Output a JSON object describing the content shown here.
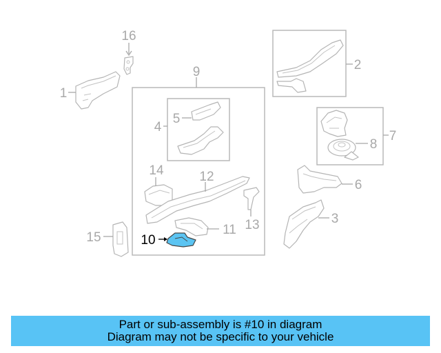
{
  "diagram": {
    "callouts": {
      "c1": "1",
      "c2": "2",
      "c3": "3",
      "c4": "4",
      "c5": "5",
      "c6": "6",
      "c7": "7",
      "c8": "8",
      "c9": "9",
      "c10": "10",
      "c11": "11",
      "c12": "12",
      "c13": "13",
      "c14": "14",
      "c15": "15",
      "c16": "16"
    },
    "highlighted_part": "10",
    "highlight_color": "#5bc4f2",
    "callout_color": "#a8a8a8"
  },
  "banner": {
    "line1": "Part or sub-assembly is #10 in diagram",
    "line2": "Diagram may not be specific to your vehicle",
    "background": "#58c3f5"
  }
}
